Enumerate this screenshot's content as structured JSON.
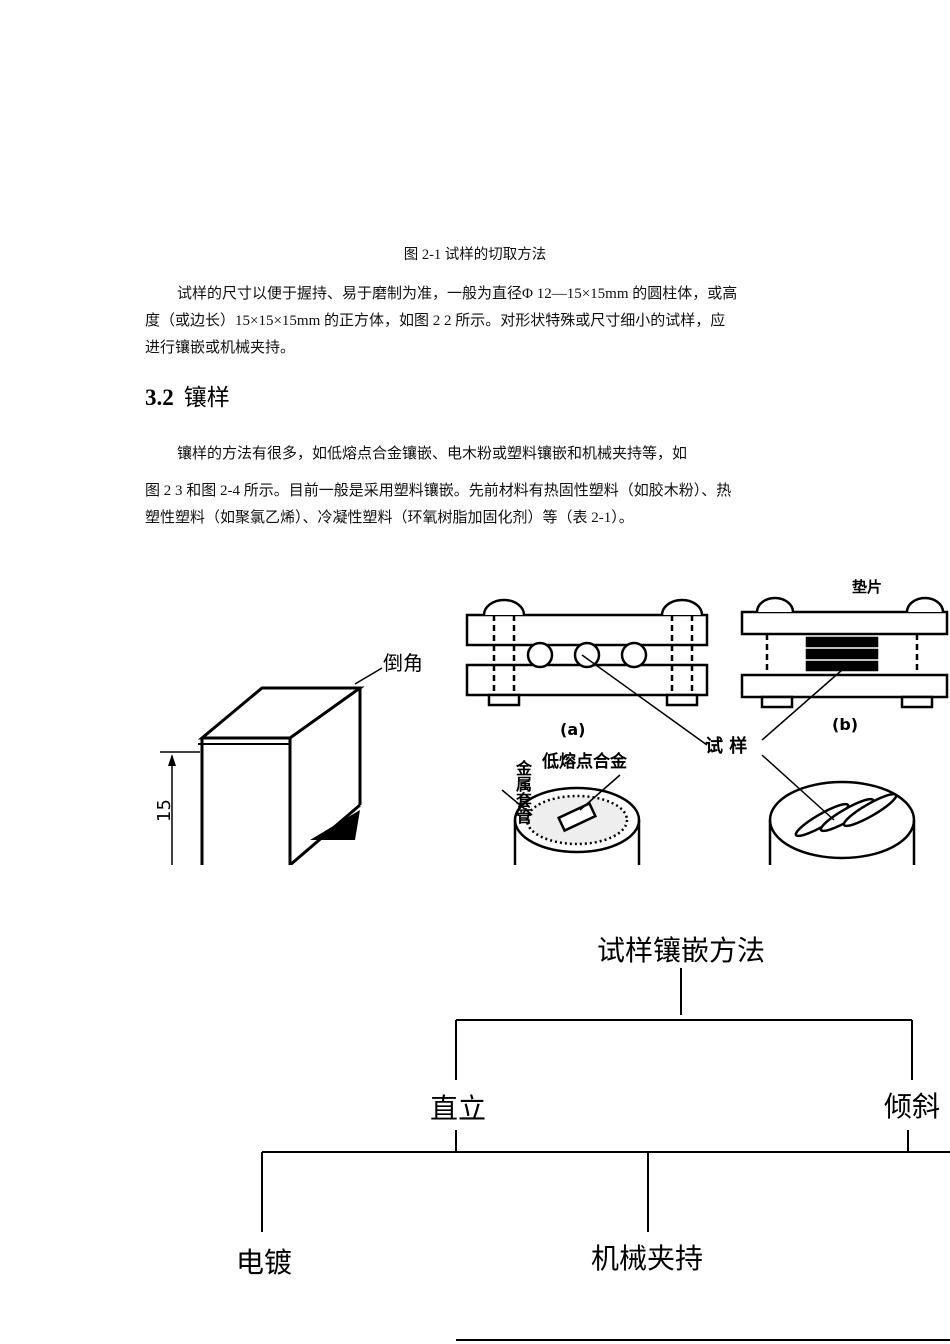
{
  "figure_caption": "图 2-1  试样的切取方法",
  "paragraph_1_line_1": "试样的尺寸以便于握持、易于磨制为准，一般为直径Φ 12—15×15mm 的圆柱体，或高",
  "paragraph_1_line_2": "度（或边长）15×15×15mm 的正方体，如图 2  2 所示。对形状特殊或尺寸细小的试样，应",
  "paragraph_1_line_3": "进行镶嵌或机械夹持。",
  "section_number": "3.2",
  "section_title": "镶样",
  "paragraph_2_line_1": "镶样的方法有很多，如低熔点合金镶嵌、电木粉或塑料镶嵌和机械夹持等，如",
  "paragraph_2_line_2": "图 2  3 和图 2-4 所示。目前一般是采用塑料镶嵌。先前材料有热固性塑料（如胶木粉）、热",
  "paragraph_2_line_3": "塑性塑料（如聚氯乙烯）、冷凝性塑料（环氧树脂加固化剂）等（表 2-1）。",
  "figure_left": {
    "label_chamfer": "倒角",
    "label_dimension": "15"
  },
  "figure_right": {
    "label_a": "(a)",
    "label_b": "(b)",
    "label_sample": "试 样",
    "label_low_melting_alloy": "低熔点合金",
    "label_metal_sleeve": "金属套管",
    "label_top_cut": "垫片"
  },
  "tree_diagram": {
    "root": "试样镶嵌方法",
    "level1_left": "直立",
    "level1_right": "倾斜",
    "level2_left": "电镀",
    "level2_mid": "机械夹持"
  }
}
